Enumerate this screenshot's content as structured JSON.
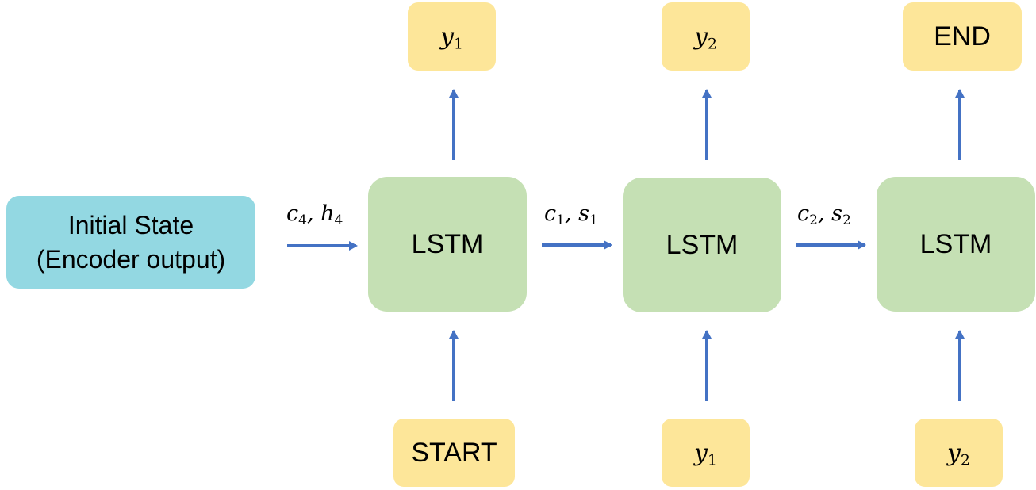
{
  "initial_state": {
    "line1": "Initial State",
    "line2": "(Encoder output)"
  },
  "lstm_label": "LSTM",
  "outputs": [
    {
      "var": "y",
      "sub": "1"
    },
    {
      "var": "y",
      "sub": "2"
    },
    {
      "text": "END"
    }
  ],
  "inputs": [
    {
      "text": "START"
    },
    {
      "var": "y",
      "sub": "1"
    },
    {
      "var": "y",
      "sub": "2"
    }
  ],
  "state_labels": [
    {
      "a": "c",
      "a_sub": "4",
      "b": "h",
      "b_sub": "4"
    },
    {
      "a": "c",
      "a_sub": "1",
      "b": "s",
      "b_sub": "1"
    },
    {
      "a": "c",
      "a_sub": "2",
      "b": "s",
      "b_sub": "2"
    }
  ],
  "colors": {
    "initial_state_fill": "#93d8e2",
    "lstm_fill": "#c5e0b4",
    "token_fill": "#fde699",
    "arrow": "#4472c4"
  }
}
